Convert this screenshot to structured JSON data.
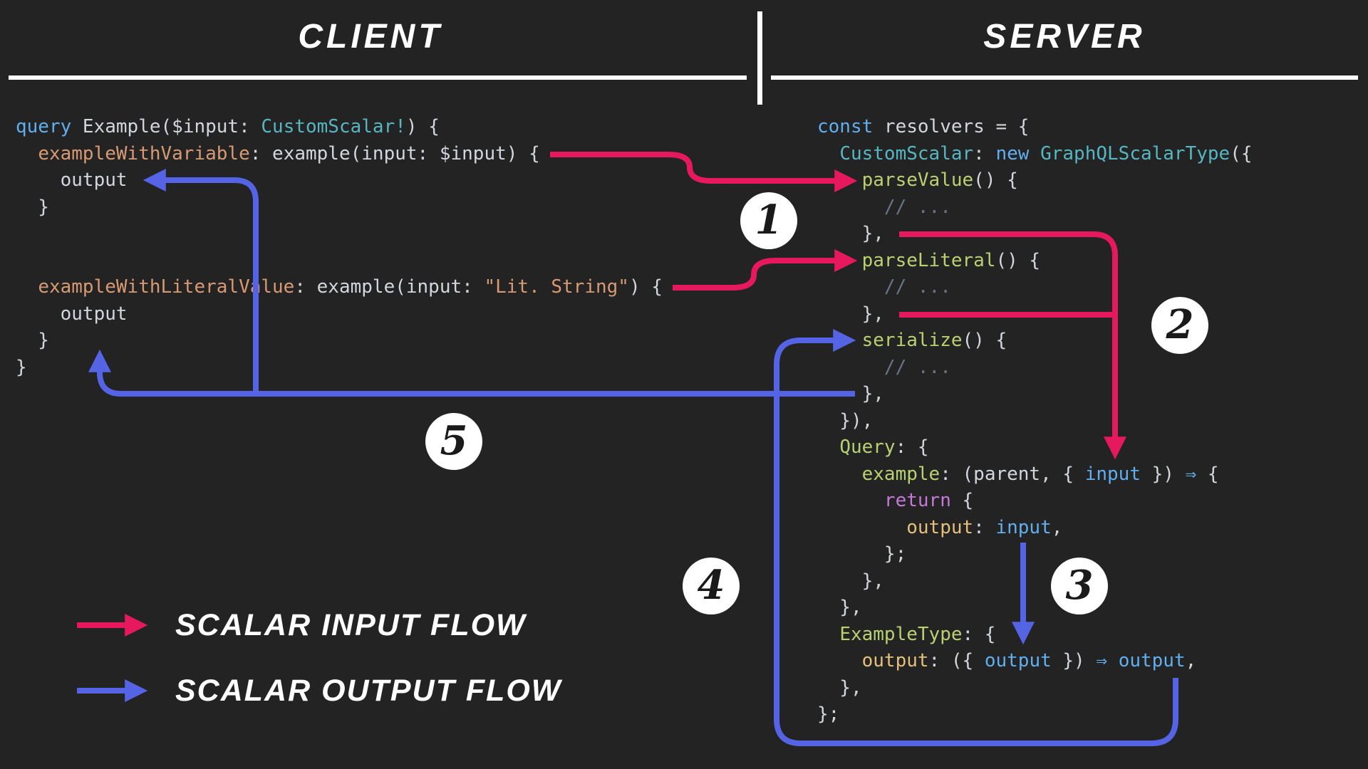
{
  "colors": {
    "bg": "#232323",
    "white": "#ffffff",
    "pink": "#e6195f",
    "blue": "#5464e4",
    "badge_bg": "#ffffff",
    "badge_text": "#1a1a1a",
    "kw": "#61afef",
    "type": "#56b6c2",
    "attr": "#d89a72",
    "str": "#d89a72",
    "fn": "#b8d171",
    "prop": "#e5c07b",
    "ret": "#c678dd",
    "cm": "#6b7589",
    "op": "#61afef",
    "pl": "#d2d6de"
  },
  "header": {
    "client": "CLIENT",
    "server": "SERVER"
  },
  "badges": [
    "1",
    "2",
    "3",
    "4",
    "5"
  ],
  "legend": {
    "items": [
      {
        "label": "SCALAR INPUT FLOW",
        "color": "pink"
      },
      {
        "label": "SCALAR OUTPUT FLOW",
        "color": "blue"
      }
    ]
  },
  "client_code": {
    "lines": [
      [
        [
          "query",
          "kw"
        ],
        [
          " Example($input: ",
          "pl"
        ],
        [
          "CustomScalar!",
          "type"
        ],
        [
          ") {",
          "pl"
        ]
      ],
      [
        [
          "  ",
          "pl"
        ],
        [
          "exampleWithVariable",
          "attr"
        ],
        [
          ": example(input: $input) {",
          "pl"
        ]
      ],
      [
        [
          "    output",
          "pl"
        ]
      ],
      [
        [
          "  }",
          "pl"
        ]
      ],
      [],
      [],
      [
        [
          "  ",
          "pl"
        ],
        [
          "exampleWithLiteralValue",
          "attr"
        ],
        [
          ": example(input: ",
          "pl"
        ],
        [
          "\"Lit. String\"",
          "str"
        ],
        [
          ") {",
          "pl"
        ]
      ],
      [
        [
          "    output",
          "pl"
        ]
      ],
      [
        [
          "  }",
          "pl"
        ]
      ],
      [
        [
          "}",
          "pl"
        ]
      ]
    ]
  },
  "server_code": {
    "lines": [
      [
        [
          "const",
          "kw"
        ],
        [
          " resolvers = {",
          "pl"
        ]
      ],
      [
        [
          "  ",
          "pl"
        ],
        [
          "CustomScalar",
          "type"
        ],
        [
          ": ",
          "pl"
        ],
        [
          "new",
          "kw"
        ],
        [
          " ",
          "pl"
        ],
        [
          "GraphQLScalarType",
          "type"
        ],
        [
          "({",
          "pl"
        ]
      ],
      [
        [
          "    ",
          "pl"
        ],
        [
          "parseValue",
          "fn"
        ],
        [
          "() {",
          "pl"
        ]
      ],
      [
        [
          "      ",
          "pl"
        ],
        [
          "// ...",
          "cm"
        ]
      ],
      [
        [
          "    },",
          "pl"
        ]
      ],
      [
        [
          "    ",
          "pl"
        ],
        [
          "parseLiteral",
          "fn"
        ],
        [
          "() {",
          "pl"
        ]
      ],
      [
        [
          "      ",
          "pl"
        ],
        [
          "// ...",
          "cm"
        ]
      ],
      [
        [
          "    },",
          "pl"
        ]
      ],
      [
        [
          "    ",
          "pl"
        ],
        [
          "serialize",
          "fn"
        ],
        [
          "() {",
          "pl"
        ]
      ],
      [
        [
          "      ",
          "pl"
        ],
        [
          "// ...",
          "cm"
        ]
      ],
      [
        [
          "    },",
          "pl"
        ]
      ],
      [
        [
          "  }),",
          "pl"
        ]
      ],
      [
        [
          "  ",
          "pl"
        ],
        [
          "Query",
          "fn"
        ],
        [
          ": {",
          "pl"
        ]
      ],
      [
        [
          "    ",
          "pl"
        ],
        [
          "example",
          "fn"
        ],
        [
          ": (parent, { ",
          "pl"
        ],
        [
          "input",
          "kw"
        ],
        [
          " }) ",
          "pl"
        ],
        [
          "⇒",
          "op"
        ],
        [
          " {",
          "pl"
        ]
      ],
      [
        [
          "      ",
          "pl"
        ],
        [
          "return",
          "ret"
        ],
        [
          " {",
          "pl"
        ]
      ],
      [
        [
          "        ",
          "pl"
        ],
        [
          "output",
          "prop"
        ],
        [
          ": ",
          "pl"
        ],
        [
          "input",
          "kw"
        ],
        [
          ",",
          "pl"
        ]
      ],
      [
        [
          "      };",
          "pl"
        ]
      ],
      [
        [
          "    },",
          "pl"
        ]
      ],
      [
        [
          "  },",
          "pl"
        ]
      ],
      [
        [
          "  ",
          "pl"
        ],
        [
          "ExampleType",
          "fn"
        ],
        [
          ": {",
          "pl"
        ]
      ],
      [
        [
          "    ",
          "pl"
        ],
        [
          "output",
          "prop"
        ],
        [
          ": ({ ",
          "pl"
        ],
        [
          "output",
          "kw"
        ],
        [
          " }) ",
          "pl"
        ],
        [
          "⇒",
          "op"
        ],
        [
          " ",
          "pl"
        ],
        [
          "output",
          "kw"
        ],
        [
          ",",
          "pl"
        ]
      ],
      [
        [
          "  },",
          "pl"
        ]
      ],
      [
        [
          "};",
          "pl"
        ]
      ]
    ]
  }
}
